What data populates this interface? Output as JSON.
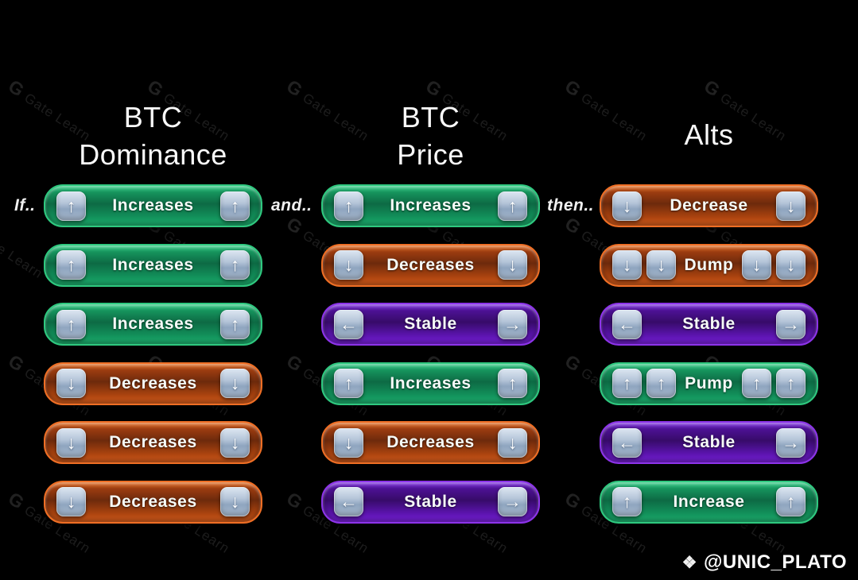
{
  "page": {
    "background": "#000000",
    "text_color": "#ffffff"
  },
  "watermark": {
    "logo": "G",
    "text": "Gate Learn"
  },
  "connectors": {
    "if_label": "If..",
    "and_label": "and..",
    "then_label": "then.."
  },
  "icons": {
    "up": "↑",
    "down": "↓",
    "left": "←",
    "right": "→",
    "footer_logo": "❖"
  },
  "colors": {
    "green_pill": "#12905a",
    "green_border": "#2ec97f",
    "orange_pill": "#aa430f",
    "orange_border": "#ef6e24",
    "purple_pill": "#5b14ae",
    "purple_border": "#8d33ea",
    "arrow_key": "#a9bbd0",
    "background": "#000000"
  },
  "columns": [
    {
      "title": "BTC Dominance",
      "title_lines": [
        "BTC",
        "Dominance"
      ],
      "pills": [
        {
          "label": "Increases",
          "variant": "green",
          "arrows": "up"
        },
        {
          "label": "Increases",
          "variant": "green",
          "arrows": "up"
        },
        {
          "label": "Increases",
          "variant": "green",
          "arrows": "up"
        },
        {
          "label": "Decreases",
          "variant": "orange",
          "arrows": "down"
        },
        {
          "label": "Decreases",
          "variant": "orange",
          "arrows": "down"
        },
        {
          "label": "Decreases",
          "variant": "orange",
          "arrows": "down"
        }
      ]
    },
    {
      "title": "BTC Price",
      "title_lines": [
        "BTC",
        "Price"
      ],
      "pills": [
        {
          "label": "Increases",
          "variant": "green",
          "arrows": "up"
        },
        {
          "label": "Decreases",
          "variant": "orange",
          "arrows": "down"
        },
        {
          "label": "Stable",
          "variant": "purple",
          "arrows": "left-right"
        },
        {
          "label": "Increases",
          "variant": "green",
          "arrows": "up"
        },
        {
          "label": "Decreases",
          "variant": "orange",
          "arrows": "down"
        },
        {
          "label": "Stable",
          "variant": "purple",
          "arrows": "left-right"
        }
      ]
    },
    {
      "title": "Alts",
      "title_lines": [
        "Alts"
      ],
      "pills": [
        {
          "label": "Decrease",
          "variant": "orange",
          "arrows": "down"
        },
        {
          "label": "Dump",
          "variant": "orange",
          "arrows": "double-down"
        },
        {
          "label": "Stable",
          "variant": "purple",
          "arrows": "left-right"
        },
        {
          "label": "Pump",
          "variant": "green",
          "arrows": "double-up"
        },
        {
          "label": "Stable",
          "variant": "purple",
          "arrows": "left-right"
        },
        {
          "label": "Increase",
          "variant": "green",
          "arrows": "up"
        }
      ]
    }
  ],
  "footer": {
    "handle": "@UNIC_PLATO"
  }
}
